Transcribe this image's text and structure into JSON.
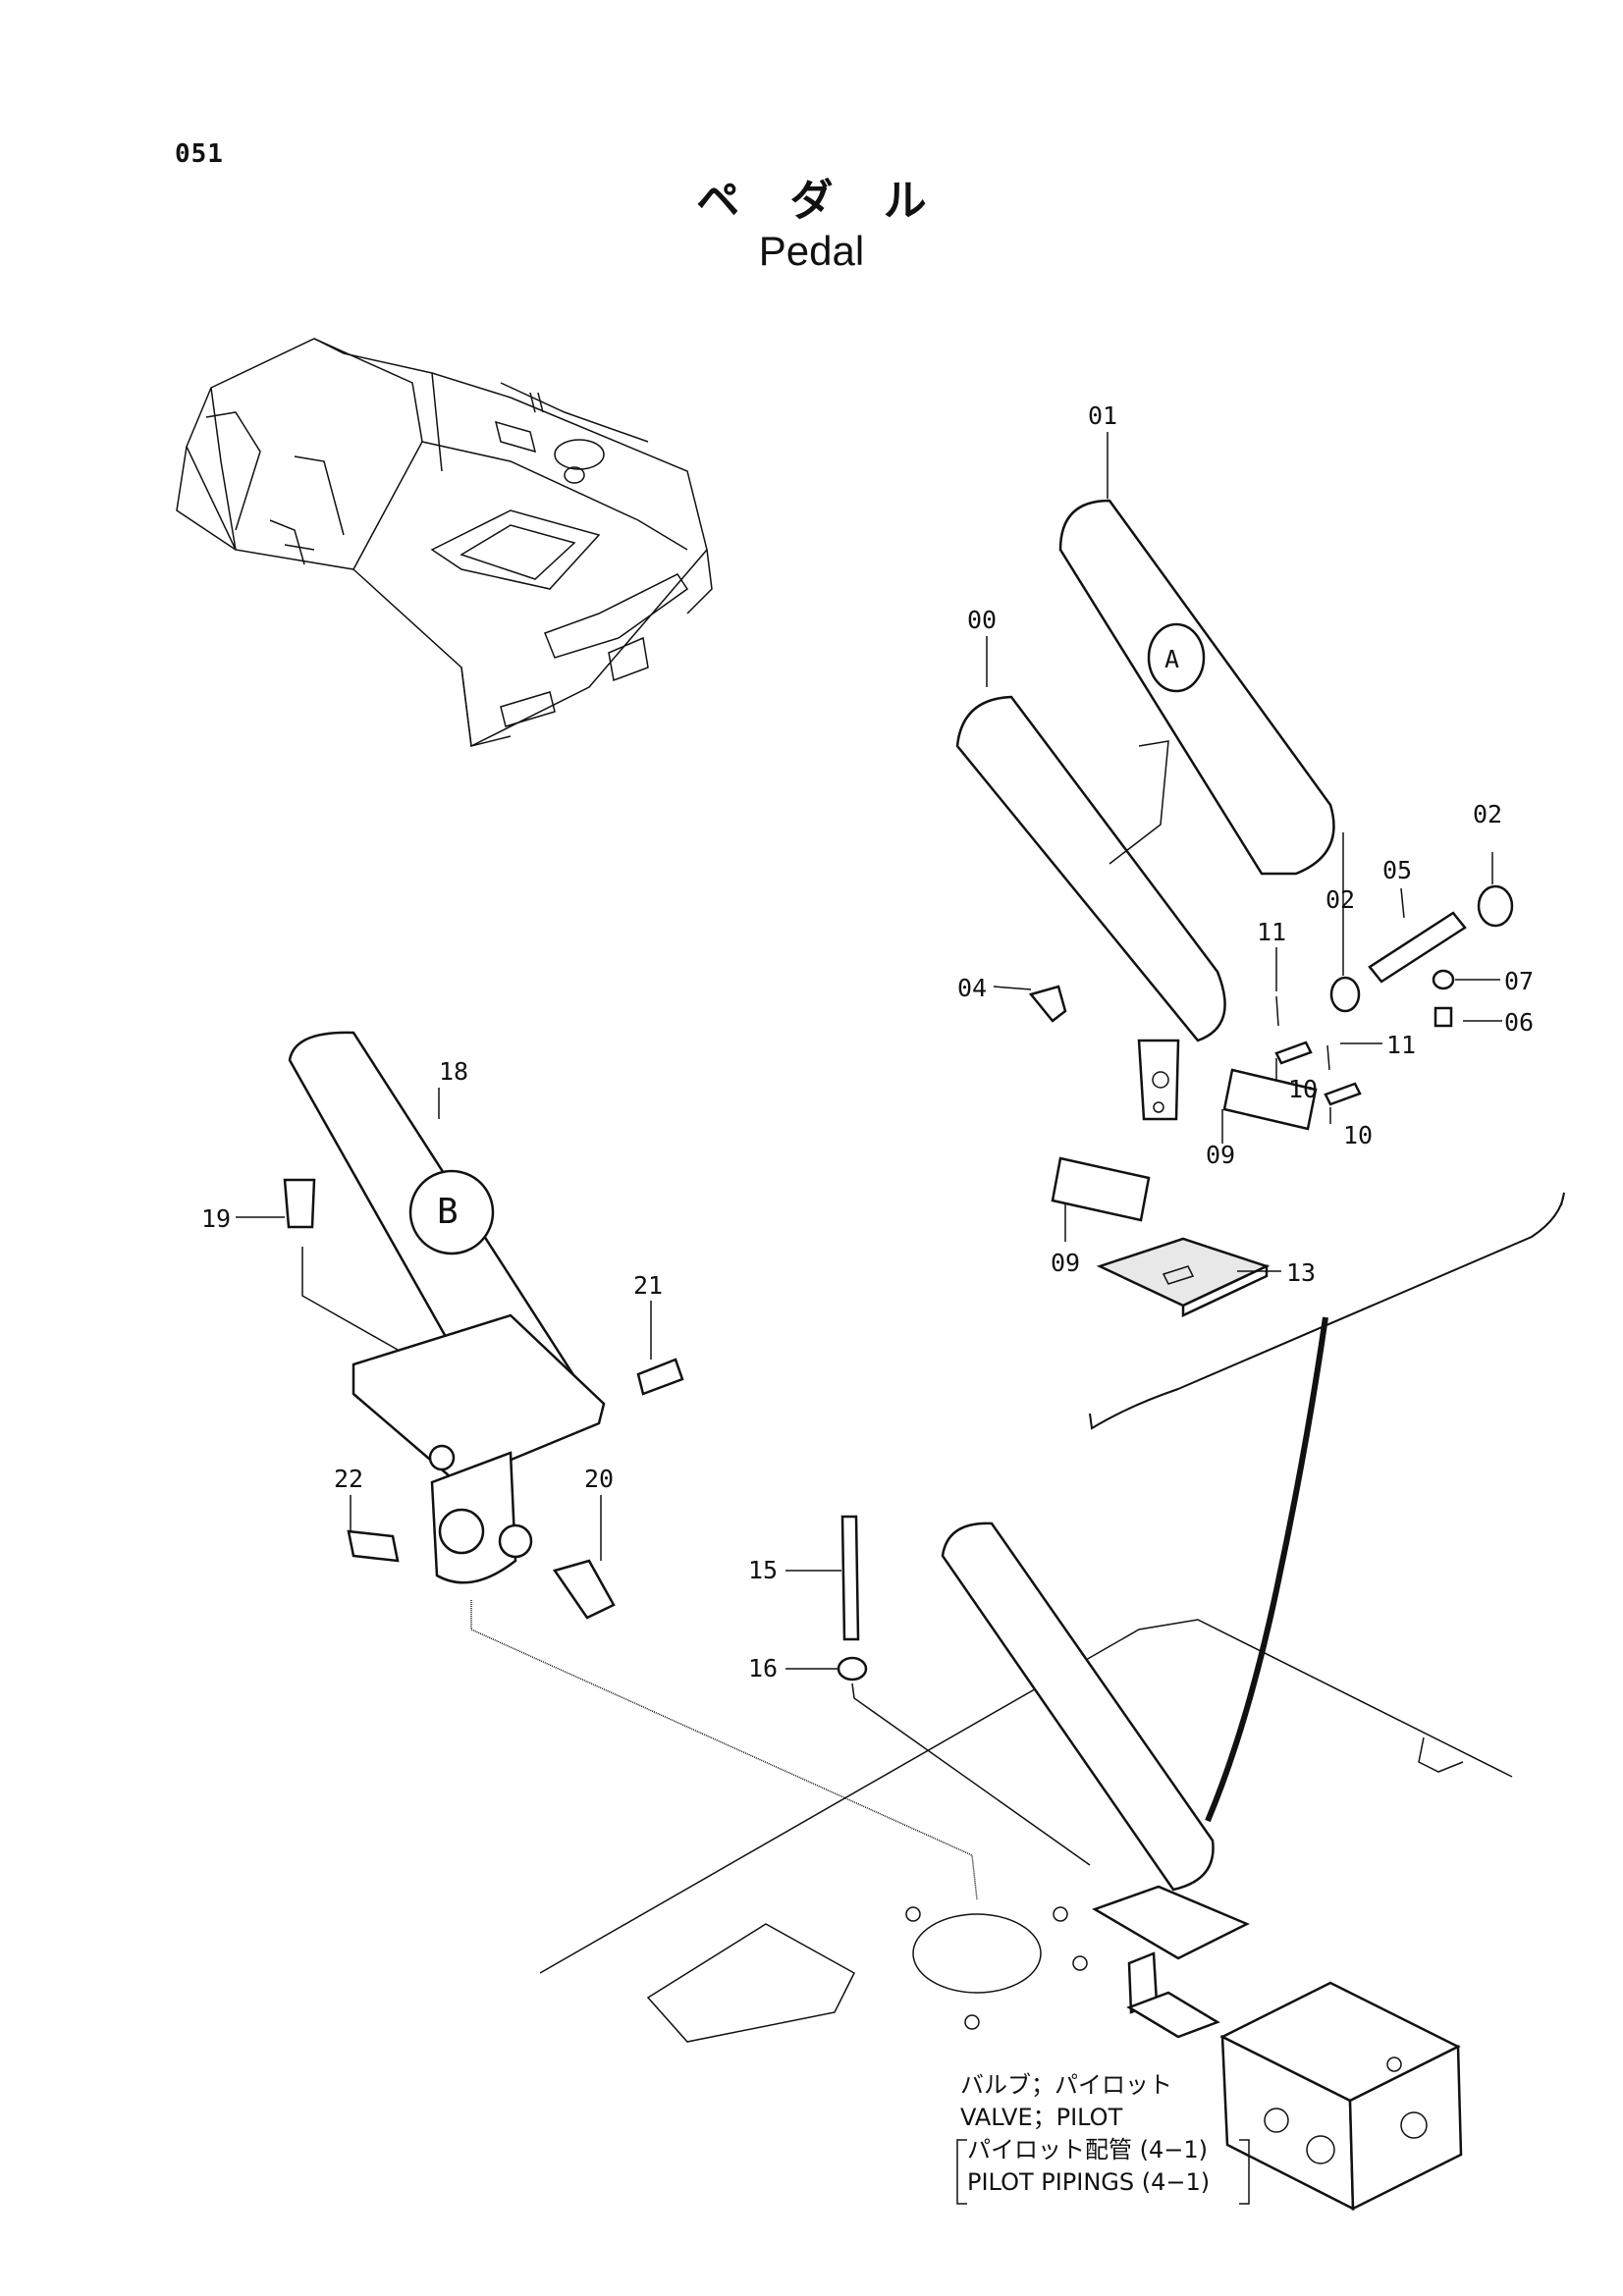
{
  "page_number": "051",
  "title_jp": "ペ ダ ル",
  "title_en": "Pedal",
  "badges": {
    "pedal_a": "A",
    "pedal_b": "B"
  },
  "callouts": {
    "p00": "00",
    "p01": "01",
    "p02a": "02",
    "p02b": "02",
    "p04": "04",
    "p05": "05",
    "p06": "06",
    "p07": "07",
    "p09a": "09",
    "p09b": "09",
    "p10a": "10",
    "p10b": "10",
    "p11a": "11",
    "p11b": "11",
    "p13": "13",
    "p15": "15",
    "p16": "16",
    "p18": "18",
    "p19": "19",
    "p20": "20",
    "p21": "21",
    "p22": "22"
  },
  "notes": {
    "valve_jp": "バルブ；パイロット",
    "valve_en": "VALVE；PILOT",
    "piping_jp": "パイロット配管 (4−1)",
    "piping_en": "PILOT  PIPINGS (4−1)"
  }
}
